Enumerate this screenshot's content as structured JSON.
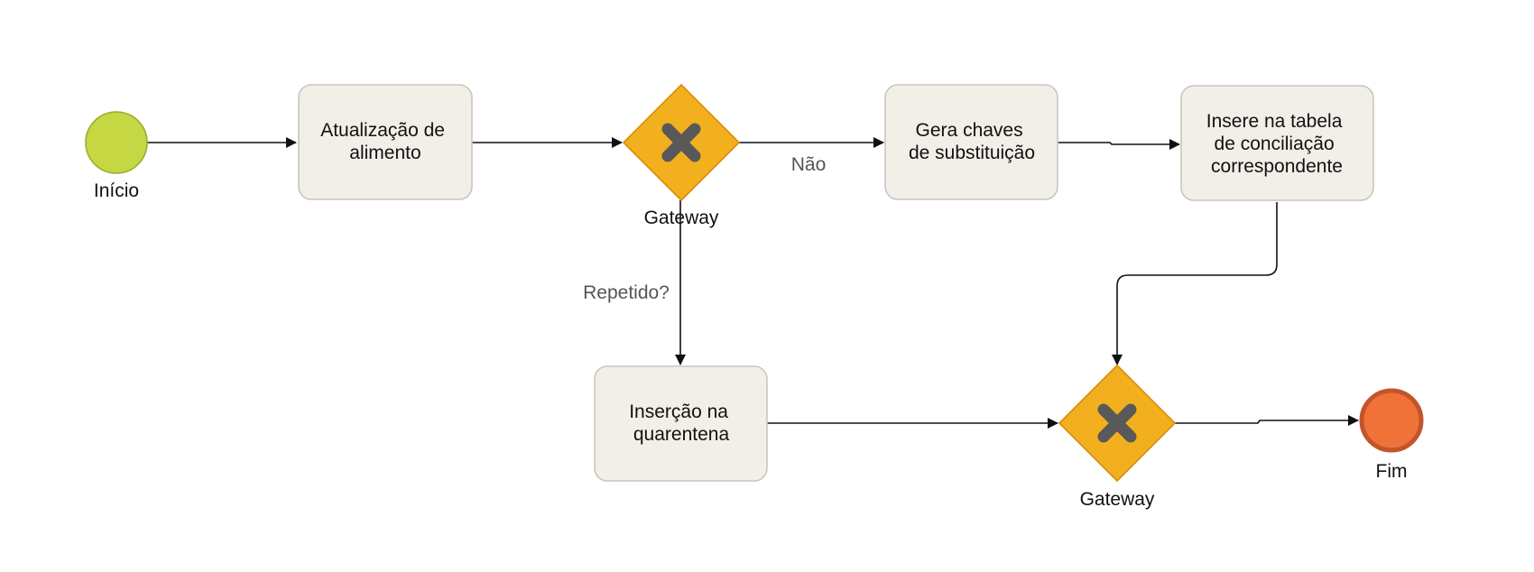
{
  "colors": {
    "start_fill": "#c5d843",
    "start_stroke": "#9aad2e",
    "end_fill": "#f07238",
    "end_stroke": "#c2552a",
    "task_fill": "#f1efe8",
    "task_stroke": "#c9c6bd",
    "gateway_fill": "#f3b01e",
    "gateway_stroke": "#d98a0b",
    "gateway_mark": "#595959",
    "line": "#111111"
  },
  "events": {
    "start": {
      "label": "Início",
      "icon": "start-event-circle"
    },
    "end": {
      "label": "Fim",
      "icon": "end-event-circle"
    }
  },
  "tasks": {
    "atualizacao": {
      "lines": [
        "Atualização de",
        "alimento"
      ]
    },
    "gera_chaves": {
      "lines": [
        "Gera chaves",
        "de substituição"
      ]
    },
    "insere_tabela": {
      "lines": [
        "Insere na tabela",
        "de conciliação",
        "correspondente"
      ]
    },
    "insercao_quarentena": {
      "lines": [
        "Inserção na",
        "quarentena"
      ]
    }
  },
  "gateways": {
    "g1": {
      "label": "Gateway",
      "icon": "exclusive-gateway-x-icon"
    },
    "g2": {
      "label": "Gateway",
      "icon": "exclusive-gateway-x-icon"
    }
  },
  "flow_labels": {
    "nao": "Não",
    "repetido": "Repetido?"
  }
}
